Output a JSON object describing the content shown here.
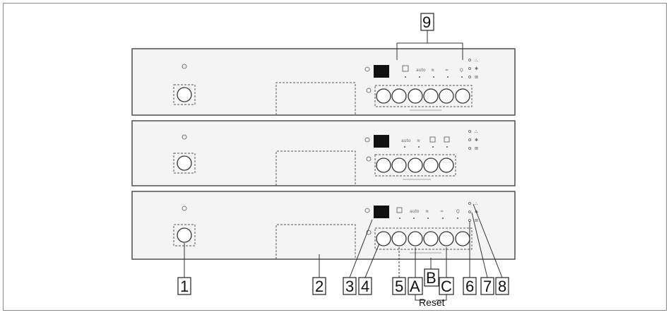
{
  "callouts": {
    "c1": "1",
    "c2": "2",
    "c3": "3",
    "c4": "4",
    "c5": "5",
    "cA": "A",
    "cB": "B",
    "cC": "C",
    "c6": "6",
    "c7": "7",
    "c8": "8",
    "c9": "9"
  },
  "reset_label": "Reset",
  "panels": [
    {
      "variant": "top",
      "program_buttons": 6
    },
    {
      "variant": "middle",
      "program_buttons": 5
    },
    {
      "variant": "bottom",
      "program_buttons": 6
    }
  ],
  "icons": {
    "power": "power-icon",
    "timer": "timer-icon",
    "auto": "auto",
    "salt": "salt-icon",
    "rinse": "rinse-aid-icon",
    "filter": "filter-icon"
  }
}
